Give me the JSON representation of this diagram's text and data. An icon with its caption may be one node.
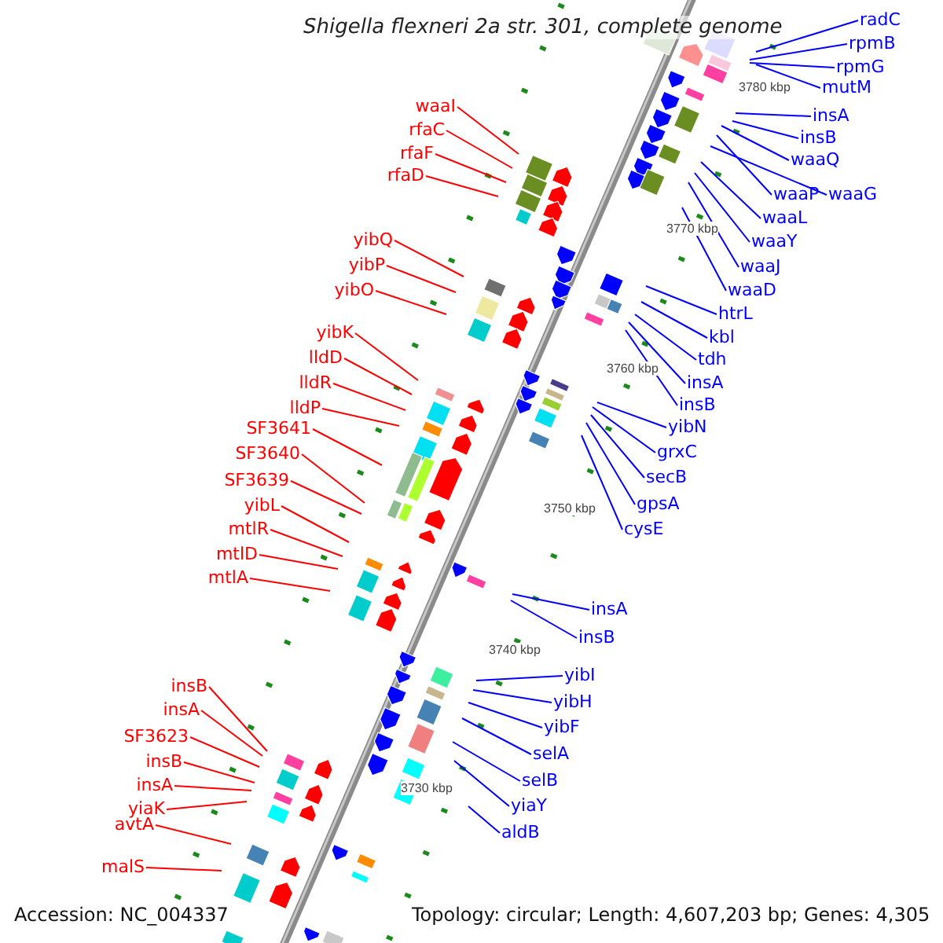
{
  "diagram": {
    "title": "Shigella flexneri 2a str. 301, complete genome",
    "nodes": [
      {
        "text": [
          "waaI"
        ]
      },
      {
        "text": [
          "rfaC"
        ]
      },
      {
        "text": [
          "rfaF"
        ]
      },
      {
        "text": [
          "rfaD"
        ]
      },
      {
        "text": [
          "yibQ"
        ]
      },
      {
        "text": [
          "yibP"
        ]
      },
      {
        "text": [
          "yibO"
        ]
      },
      {
        "text": [
          "yibK"
        ]
      },
      {
        "text": [
          "lldD"
        ]
      },
      {
        "text": [
          "lldR"
        ]
      },
      {
        "text": [
          "lldP"
        ]
      },
      {
        "text": [
          "SF3641"
        ]
      },
      {
        "text": [
          "SF3640"
        ]
      },
      {
        "text": [
          "SF3639"
        ]
      },
      {
        "text": [
          "yibL"
        ]
      },
      {
        "text": [
          "mtlR"
        ]
      },
      {
        "text": [
          "mtlD"
        ]
      },
      {
        "text": [
          "mtlA"
        ]
      },
      {
        "text": [
          "insB"
        ]
      },
      {
        "text": [
          "insA"
        ]
      },
      {
        "text": [
          "SF3623"
        ]
      },
      {
        "text": [
          "insB"
        ]
      },
      {
        "text": [
          "insA"
        ]
      },
      {
        "text": [
          "yiaK"
        ]
      },
      {
        "text": [
          "avtA"
        ]
      },
      {
        "text": [
          "malS"
        ]
      },
      {
        "text": [
          "radC"
        ]
      },
      {
        "text": [
          "rpmB"
        ]
      },
      {
        "text": [
          "rpmG"
        ]
      },
      {
        "text": [
          "mutM"
        ]
      },
      {
        "text": [
          "insA"
        ]
      },
      {
        "text": [
          "insB"
        ]
      },
      {
        "text": [
          "waaQ"
        ]
      },
      {
        "text": [
          "waaP"
        ]
      },
      {
        "text": [
          "waaG"
        ]
      },
      {
        "text": [
          "waaL"
        ]
      },
      {
        "text": [
          "waaY"
        ]
      },
      {
        "text": [
          "waaJ"
        ]
      },
      {
        "text": [
          "waaD"
        ]
      },
      {
        "text": [
          "htrL"
        ]
      },
      {
        "text": [
          "kbl"
        ]
      },
      {
        "text": [
          "tdh"
        ]
      },
      {
        "text": [
          "insA"
        ]
      },
      {
        "text": [
          "insB"
        ]
      },
      {
        "text": [
          "yibN"
        ]
      },
      {
        "text": [
          "grxC"
        ]
      },
      {
        "text": [
          "secB"
        ]
      },
      {
        "text": [
          "gpsA"
        ]
      },
      {
        "text": [
          "cysE"
        ]
      },
      {
        "text": [
          "insA"
        ]
      },
      {
        "text": [
          "insB"
        ]
      },
      {
        "text": [
          "yibI"
        ]
      },
      {
        "text": [
          "yibH"
        ]
      },
      {
        "text": [
          "yibF"
        ]
      },
      {
        "text": [
          "selA"
        ]
      },
      {
        "text": [
          "selB"
        ]
      },
      {
        "text": [
          "yiaY"
        ]
      },
      {
        "text": [
          "aldB"
        ]
      }
    ],
    "edges": [
      {
        "from": 0,
        "to": null,
        "arrow": "none",
        "color": "#ff0000"
      },
      {
        "from": 1,
        "to": null,
        "arrow": "none",
        "color": "#ff0000"
      },
      {
        "from": 2,
        "to": null,
        "arrow": "none",
        "color": "#ff0000"
      },
      {
        "from": 3,
        "to": null,
        "arrow": "none",
        "color": "#ff0000"
      },
      {
        "from": 4,
        "to": null,
        "arrow": "none",
        "color": "#ff0000"
      },
      {
        "from": 5,
        "to": null,
        "arrow": "none",
        "color": "#ff0000"
      },
      {
        "from": 6,
        "to": null,
        "arrow": "none",
        "color": "#ff0000"
      },
      {
        "from": 7,
        "to": null,
        "arrow": "none",
        "color": "#ff0000"
      },
      {
        "from": 8,
        "to": null,
        "arrow": "none",
        "color": "#ff0000"
      },
      {
        "from": 9,
        "to": null,
        "arrow": "none",
        "color": "#ff0000"
      },
      {
        "from": 10,
        "to": null,
        "arrow": "none",
        "color": "#ff0000"
      },
      {
        "from": 11,
        "to": null,
        "arrow": "none",
        "color": "#ff0000"
      },
      {
        "from": 12,
        "to": null,
        "arrow": "none",
        "color": "#ff0000"
      },
      {
        "from": 13,
        "to": null,
        "arrow": "none",
        "color": "#ff0000"
      },
      {
        "from": 14,
        "to": null,
        "arrow": "none",
        "color": "#ff0000"
      },
      {
        "from": 15,
        "to": null,
        "arrow": "none",
        "color": "#ff0000"
      },
      {
        "from": 16,
        "to": null,
        "arrow": "none",
        "color": "#ff0000"
      },
      {
        "from": 17,
        "to": null,
        "arrow": "none",
        "color": "#ff0000"
      },
      {
        "from": 18,
        "to": null,
        "arrow": "none",
        "color": "#ff0000"
      },
      {
        "from": 19,
        "to": null,
        "arrow": "none",
        "color": "#ff0000"
      },
      {
        "from": 20,
        "to": null,
        "arrow": "none",
        "color": "#ff0000"
      },
      {
        "from": 21,
        "to": null,
        "arrow": "none",
        "color": "#ff0000"
      },
      {
        "from": 22,
        "to": null,
        "arrow": "none",
        "color": "#ff0000"
      },
      {
        "from": 23,
        "to": null,
        "arrow": "none",
        "color": "#ff0000"
      },
      {
        "from": 24,
        "to": null,
        "arrow": "none",
        "color": "#ff0000"
      },
      {
        "from": 25,
        "to": null,
        "arrow": "none",
        "color": "#ff0000"
      },
      {
        "from": 26,
        "to": null,
        "arrow": "none"
      },
      {
        "from": 27,
        "to": null,
        "arrow": "none"
      },
      {
        "from": 28,
        "to": null,
        "arrow": "none"
      },
      {
        "from": 29,
        "to": null,
        "arrow": "none"
      },
      {
        "from": 30,
        "to": null,
        "arrow": "none"
      },
      {
        "from": 31,
        "to": null,
        "arrow": "none"
      },
      {
        "from": 32,
        "to": null,
        "arrow": "none"
      },
      {
        "from": 33,
        "to": null,
        "arrow": "none"
      },
      {
        "from": 34,
        "to": null,
        "arrow": "none"
      },
      {
        "from": 35,
        "to": null,
        "arrow": "none"
      },
      {
        "from": 36,
        "to": null,
        "arrow": "none"
      },
      {
        "from": 37,
        "to": null,
        "arrow": "none"
      },
      {
        "from": 38,
        "to": null,
        "arrow": "none"
      },
      {
        "from": 39,
        "to": null,
        "arrow": "none"
      },
      {
        "from": 40,
        "to": null,
        "arrow": "none"
      },
      {
        "from": 41,
        "to": null,
        "arrow": "none"
      },
      {
        "from": 42,
        "to": null,
        "arrow": "none"
      },
      {
        "from": 43,
        "to": null,
        "arrow": "none"
      },
      {
        "from": 44,
        "to": null,
        "arrow": "none"
      },
      {
        "from": 45,
        "to": null,
        "arrow": "none"
      },
      {
        "from": 46,
        "to": null,
        "arrow": "none"
      },
      {
        "from": 47,
        "to": null,
        "arrow": "none"
      },
      {
        "from": 48,
        "to": null,
        "arrow": "none"
      },
      {
        "from": 49,
        "to": null,
        "arrow": "none"
      },
      {
        "from": 50,
        "to": null,
        "arrow": "none"
      },
      {
        "from": 51,
        "to": null,
        "arrow": "none"
      },
      {
        "from": 52,
        "to": null,
        "arrow": "none"
      },
      {
        "from": 53,
        "to": null,
        "arrow": "none"
      },
      {
        "from": 54,
        "to": null,
        "arrow": "none"
      },
      {
        "from": 55,
        "to": null,
        "arrow": "none"
      },
      {
        "from": 56,
        "to": null,
        "arrow": "none"
      },
      {
        "from": 57,
        "to": null,
        "arrow": "none"
      }
    ],
    "labels": [
      "3780 kbp",
      "3770 kbp",
      "3760 kbp",
      "3750 kbp",
      "3740 kbp",
      "3730 kbp",
      "Accession: NC_004337",
      "Topology: circular; Length: 4,607,203 bp; Genes: 4,305"
    ]
  }
}
